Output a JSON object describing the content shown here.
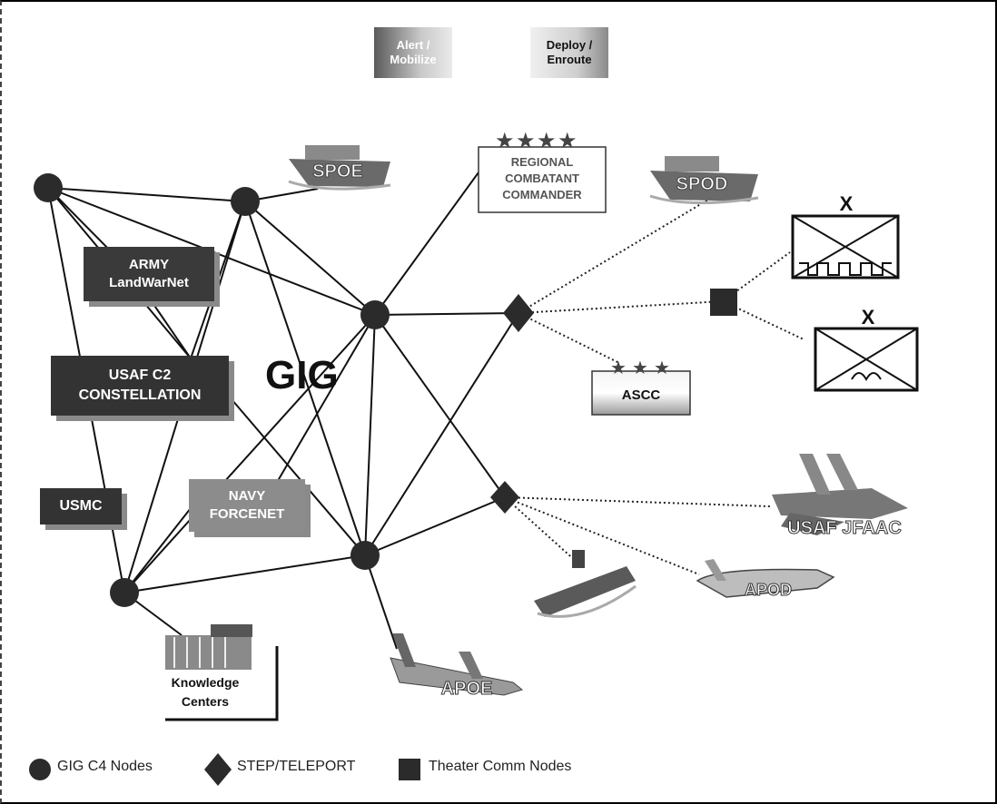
{
  "phases": {
    "alert": [
      "Alert /",
      "Mobilize"
    ],
    "deploy": [
      "Deploy /",
      "Enroute"
    ]
  },
  "nodes": {
    "army": [
      "ARMY",
      "LandWarNet"
    ],
    "usaf_c2": [
      "USAF C2",
      "CONSTELLATION"
    ],
    "usmc": "USMC",
    "navy": [
      "NAVY",
      "FORCENET"
    ],
    "gig": "GIG",
    "rcc": [
      "REGIONAL",
      "COMBATANT",
      "COMMANDER"
    ],
    "ascc": "ASCC",
    "knowledge": [
      "Knowledge",
      "Centers"
    ]
  },
  "assets": {
    "spoe": "SPOE",
    "spod": "SPOD",
    "apoe": "APOE",
    "apod": "APOD",
    "jfaac": "USAF JFAAC",
    "brigade_marker": "X"
  },
  "legend": {
    "c4": "GIG C4 Nodes",
    "step": "STEP/TELEPORT",
    "theater": "Theater Comm Nodes"
  },
  "colors": {
    "node": "#2b2b2b",
    "box_dark": "#3a3a3a",
    "box_navy": "#8c8c8c"
  }
}
